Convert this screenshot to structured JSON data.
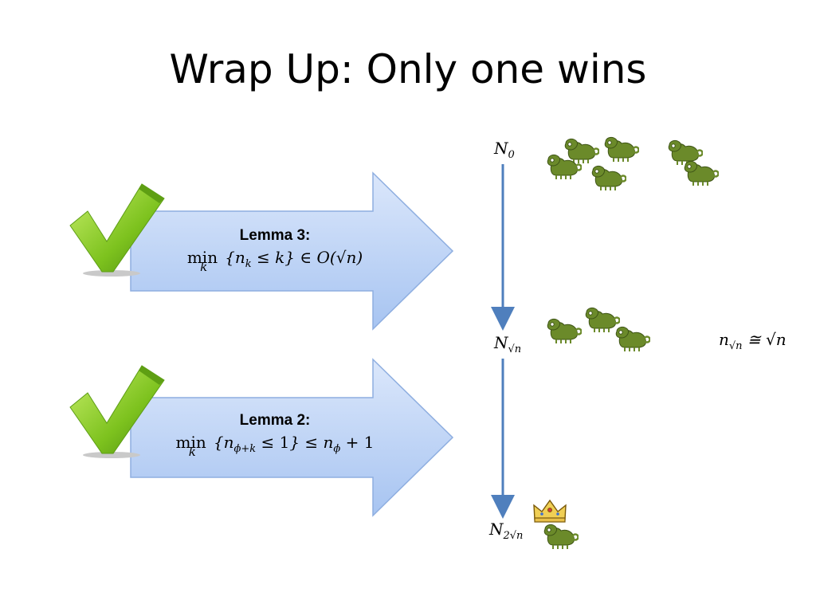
{
  "slide": {
    "title": "Wrap Up: Only one wins"
  },
  "lemmas": [
    {
      "label": "Lemma 3:",
      "formula_text": "min{n_k ≤ k} ∈ O(√n)"
    },
    {
      "label": "Lemma 2:",
      "formula_text": "min{n_(ϕ+k) ≤ 1} ≤ n_ϕ + 1"
    }
  ],
  "nodes": {
    "n0": {
      "text": "N",
      "sub": "0"
    },
    "nsqrt": {
      "text": "N",
      "sub": "√n"
    },
    "n2sqrt": {
      "text": "N",
      "sub": "2√n"
    }
  },
  "side_formula": {
    "lhs": "n",
    "sub": "√n",
    "rhs": " ≅ √n"
  },
  "colors": {
    "arrow_fill_top": "#d6e4fa",
    "arrow_fill_bottom": "#a9c6f2",
    "arrow_stroke": "#8eaee0",
    "check_green": "#7bc11f",
    "flow_arrow": "#4f7fbd",
    "chameleon": "#6b8a2a",
    "crown": "#d4a017"
  },
  "icons": [
    "checkmark-icon",
    "chameleon-icon",
    "crown-icon"
  ]
}
